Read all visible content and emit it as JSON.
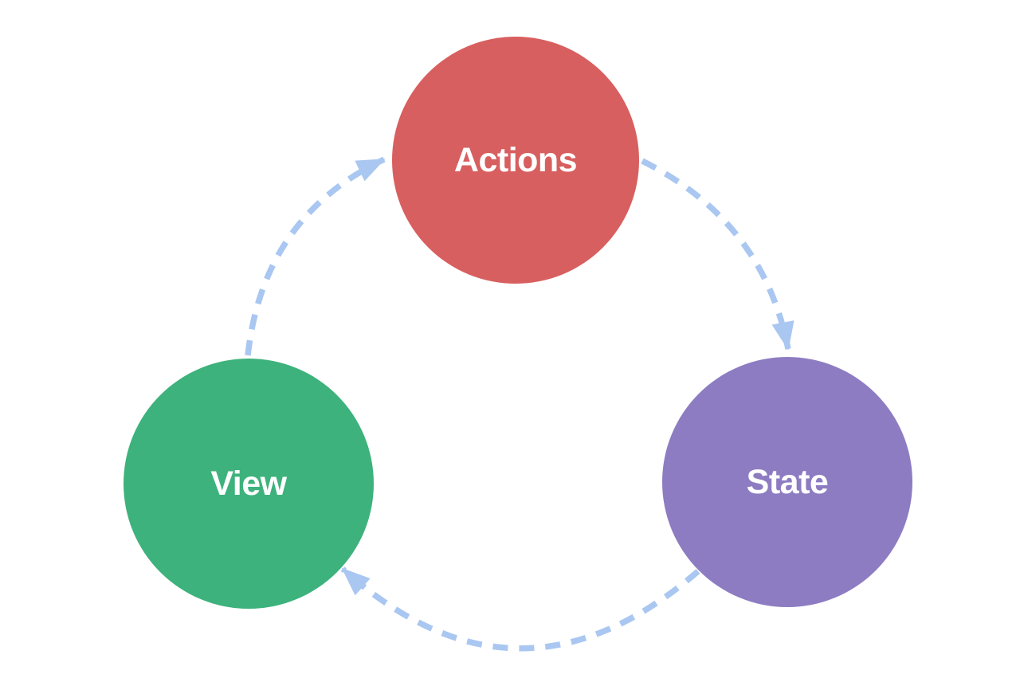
{
  "diagram": {
    "nodes": [
      {
        "id": "actions",
        "label": "Actions",
        "color": "#d85f5f"
      },
      {
        "id": "view",
        "label": "View",
        "color": "#3db27c"
      },
      {
        "id": "state",
        "label": "State",
        "color": "#8d7cc2"
      }
    ],
    "edges": [
      {
        "from": "view",
        "to": "actions"
      },
      {
        "from": "actions",
        "to": "state"
      },
      {
        "from": "state",
        "to": "view"
      }
    ],
    "edge_style": "dashed",
    "edge_color": "#a9c7f1",
    "label_color": "#ffffff",
    "background_color": "#ffffff"
  }
}
